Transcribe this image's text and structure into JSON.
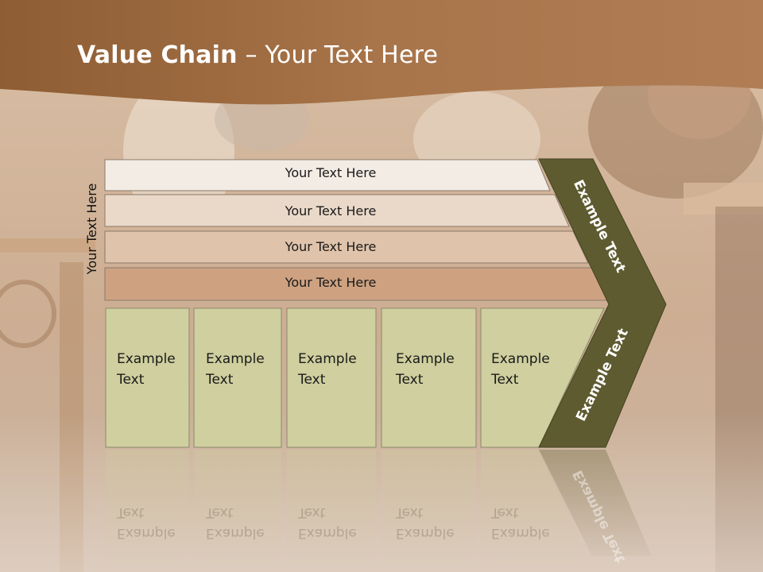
{
  "slide": {
    "title_bold": "Value Chain",
    "title_rest": " – Your Text Here",
    "side_label": "Your Text Here",
    "bars": [
      {
        "label": "Your Text Here"
      },
      {
        "label": "Your Text Here"
      },
      {
        "label": "Your Text Here"
      },
      {
        "label": "Your Text Here"
      }
    ],
    "boxes": [
      {
        "line1": "Example",
        "line2": "Text"
      },
      {
        "line1": "Example",
        "line2": "Text"
      },
      {
        "line1": "Example",
        "line2": "Text"
      },
      {
        "line1": "Example",
        "line2": "Text"
      },
      {
        "line1": "Example",
        "line2": "Text"
      }
    ],
    "chevron_top": "Example Text",
    "chevron_bottom": "Example Text"
  },
  "colors": {
    "header_brown": "#9b6a3f",
    "bar_1": "#f3ece4",
    "bar_2": "#ead9c9",
    "bar_3": "#dfc3aa",
    "bar_4": "#cea281",
    "box_fill": "#cfcf9f",
    "chevron": "#5f5b31"
  }
}
